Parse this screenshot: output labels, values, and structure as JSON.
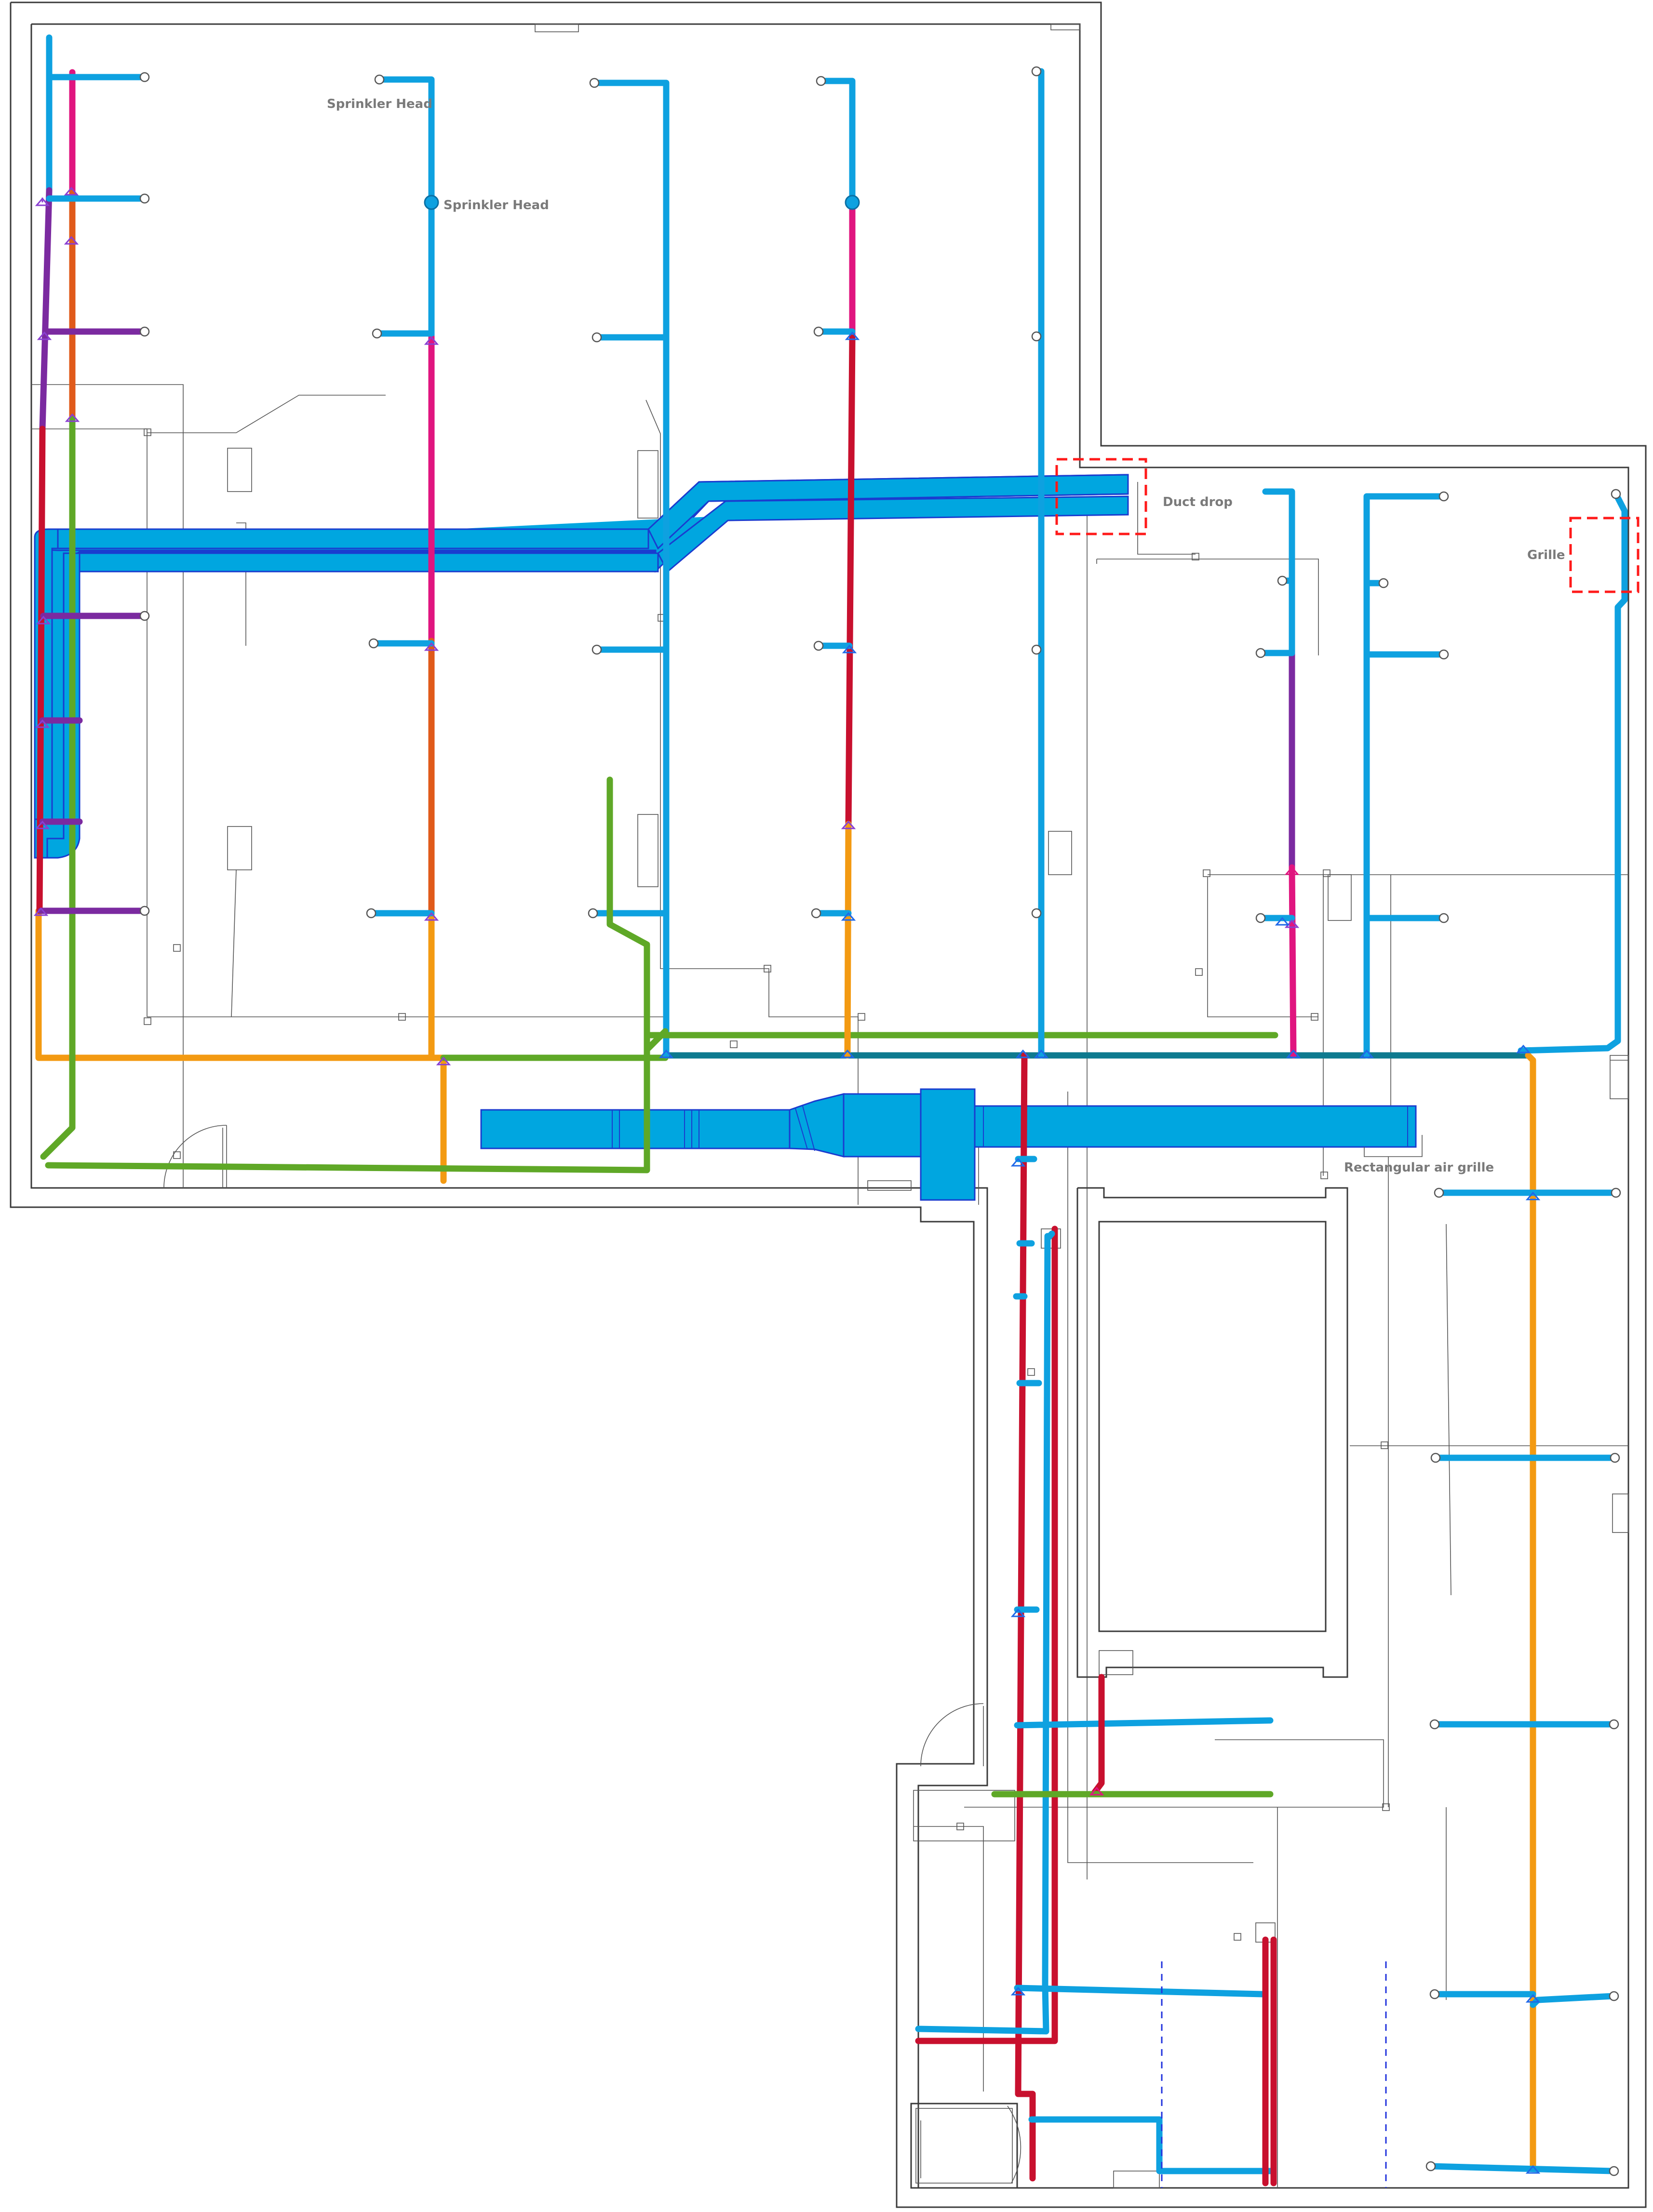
{
  "colors": {
    "sprinkler_blue": "#0ea1e0",
    "riser_magenta": "#e0157f",
    "main_red": "#c8102e",
    "branch_orange": "#f39a12",
    "drain_green": "#5fa827",
    "branch_purple": "#7b2aa0",
    "trunk_teal": "#0e7a8f",
    "duct_blue": "#00a6e0",
    "markup_red": "#ff1a1a"
  },
  "labels": {
    "sprinkler_head_1": "Sprinkler Head",
    "sprinkler_head_2": "Sprinkler Head",
    "duct_drop": "Duct drop",
    "grille": "Grille",
    "rect_grille": "Rectangular air grille"
  },
  "icons": {
    "sprinkler_head": "circle-head-icon",
    "valve": "valve-fitting-icon"
  }
}
